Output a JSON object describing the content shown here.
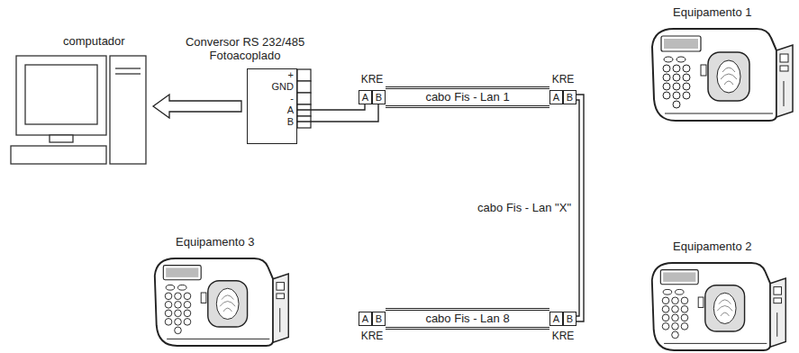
{
  "diagram": {
    "nodes": [
      {
        "text": [
          "computador"
        ]
      },
      {
        "text": [
          "Conversor RS 232/485 Fotoacoplado",
          "+",
          "GND",
          "-",
          "A",
          "B"
        ]
      },
      {
        "text": [
          "KRE",
          "A",
          "B"
        ]
      },
      {
        "text": [
          "cabo Fis - Lan 1"
        ]
      },
      {
        "text": [
          "KRE",
          "A",
          "B"
        ]
      },
      {
        "text": [
          "Equipamento 1"
        ]
      },
      {
        "text": [
          "Equipamento 3"
        ]
      },
      {
        "text": [
          "KRE",
          "A",
          "B"
        ]
      },
      {
        "text": [
          "cabo Fis - Lan 8"
        ]
      },
      {
        "text": [
          "KRE",
          "A",
          "B"
        ]
      },
      {
        "text": [
          "Equipamento 2"
        ]
      }
    ],
    "edges": [
      {
        "from": 1,
        "to": 0,
        "arrow": "to"
      },
      {
        "from": 1,
        "to": 2,
        "arrow": "none"
      },
      {
        "from": 4,
        "to": 9,
        "label": "cabo Fis - Lan \"X\"",
        "arrow": "none"
      }
    ]
  }
}
